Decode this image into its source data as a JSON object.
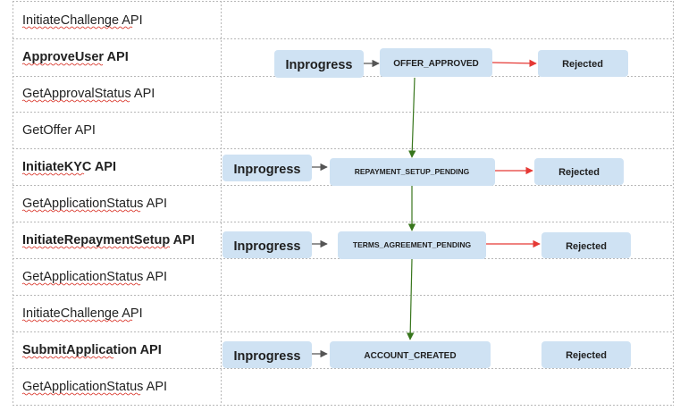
{
  "rows": [
    {
      "label": "InitiateChallenge API",
      "bold": false,
      "spell": true
    },
    {
      "label": "ApproveUser API",
      "bold": true,
      "spell": true
    },
    {
      "label": "GetApprovalStatus API",
      "bold": false,
      "spell": true
    },
    {
      "label": "GetOffer API",
      "bold": false,
      "spell": false
    },
    {
      "label": "InitiateKYC API",
      "bold": true,
      "spell": true
    },
    {
      "label": "GetApplicationStatus API",
      "bold": false,
      "spell": true
    },
    {
      "label": "InitiateRepaymentSetup API",
      "bold": true,
      "spell": true
    },
    {
      "label": "GetApplicationStatus API",
      "bold": false,
      "spell": true
    },
    {
      "label": "InitiateChallenge API",
      "bold": false,
      "spell": true
    },
    {
      "label": "SubmitApplication API",
      "bold": true,
      "spell": true
    },
    {
      "label": "GetApplicationStatus API",
      "bold": false,
      "spell": true
    }
  ],
  "flow": {
    "stages": [
      {
        "inprogress": "Inprogress",
        "state": "OFFER_APPROVED",
        "rejected": "Rejected",
        "rejected_arrow": true
      },
      {
        "inprogress": "Inprogress",
        "state": "REPAYMENT_SETUP_PENDING",
        "rejected": "Rejected",
        "rejected_arrow": true
      },
      {
        "inprogress": "Inprogress",
        "state": "TERMS_AGREEMENT_PENDING",
        "rejected": "Rejected",
        "rejected_arrow": true
      },
      {
        "inprogress": "Inprogress",
        "state": "ACCOUNT_CREATED",
        "rejected": "Rejected",
        "rejected_arrow": false
      }
    ]
  },
  "colors": {
    "box_fill": "#cfe2f3",
    "flow_arrow": "#38761d",
    "reject_arrow": "#e53935",
    "in_arrow": "#555555",
    "grid": "#b7b7b7"
  }
}
